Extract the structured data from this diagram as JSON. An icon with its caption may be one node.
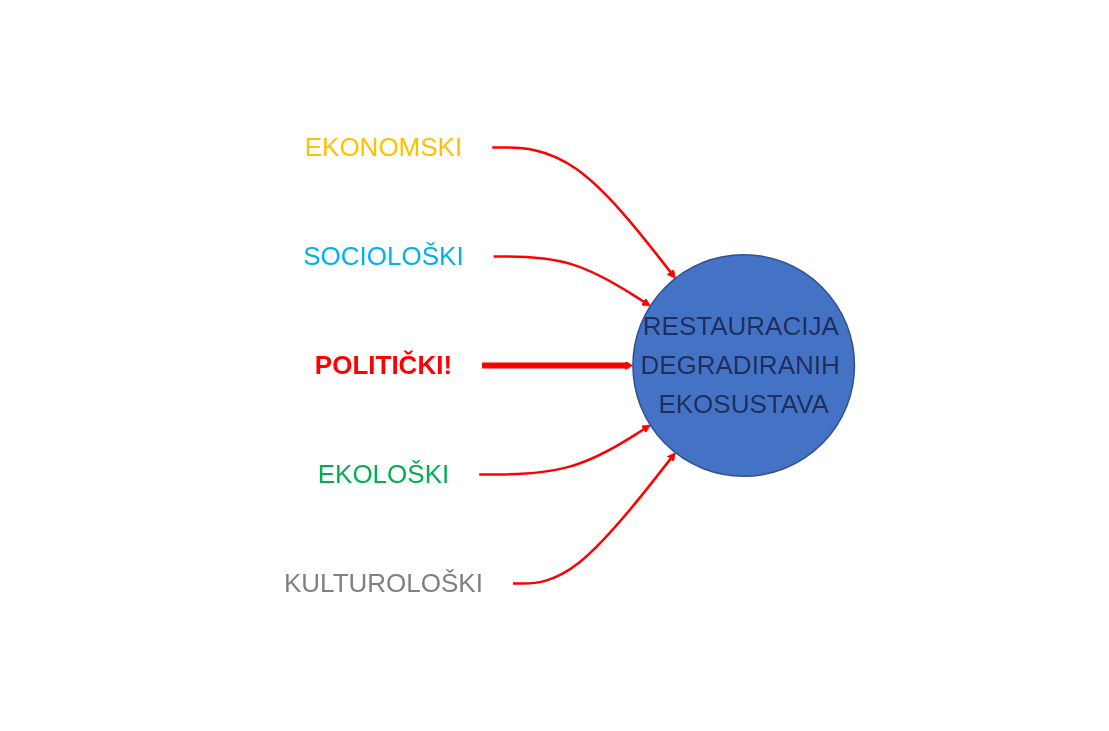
{
  "diagram": {
    "nodes": [
      {
        "text": [
          "EKONOMSKI"
        ]
      },
      {
        "text": [
          "SOCIOLOŠKI"
        ]
      },
      {
        "text": [
          "RESTAURACIJA DEGRADIRANIH EKOSUSTAVA"
        ]
      },
      {
        "text": [
          "POLITIČKI!"
        ]
      },
      {
        "text": [
          "EKOLOŠKI"
        ]
      },
      {
        "text": [
          "KULTUROLOŠKI"
        ]
      }
    ],
    "edges": [
      {
        "from": 0,
        "to": 2,
        "arrow": "to"
      },
      {
        "from": 1,
        "to": 2,
        "arrow": "to"
      },
      {
        "from": 3,
        "to": 2,
        "arrow": "to",
        "style": "thick"
      },
      {
        "from": 4,
        "to": 2,
        "arrow": "to"
      },
      {
        "from": 5,
        "to": 2,
        "arrow": "to"
      }
    ]
  }
}
